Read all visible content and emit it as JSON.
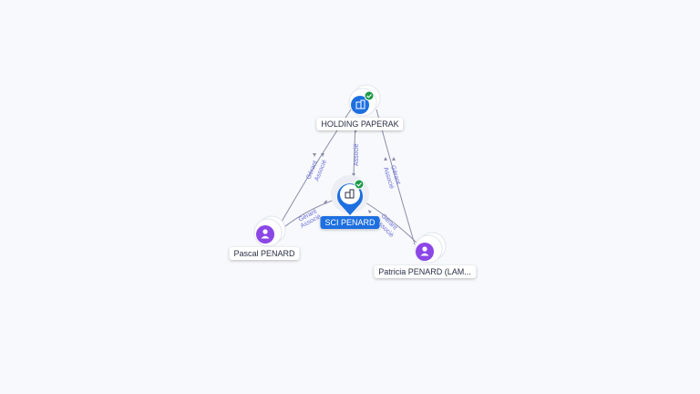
{
  "nodes": {
    "holding": {
      "label": "HOLDING PAPERAK",
      "type": "company",
      "verified": true
    },
    "sci": {
      "label": "SCI PENARD",
      "type": "company",
      "verified": true,
      "focus": true
    },
    "pascal": {
      "label": "Pascal PENARD",
      "type": "person"
    },
    "patricia": {
      "label": "Patricia PENARD (LAM...",
      "type": "person"
    }
  },
  "edges": {
    "pascal_holding": [
      "Gérant",
      "Associé"
    ],
    "holding_sci": [
      "Associé"
    ],
    "holding_patricia": [
      "Gérant",
      "Associé"
    ],
    "pascal_sci": [
      "Gérant",
      "Associé"
    ],
    "sci_patricia": [
      "Gérant",
      "Associé"
    ]
  },
  "colors": {
    "company": "#1d6fe0",
    "person": "#8b47e6",
    "verified": "#1f9a4a",
    "edge": "#8a8ea8",
    "edge_label": "#6b6fd6"
  },
  "icons": {
    "company": "building-icon",
    "person": "person-icon",
    "verified": "check-badge-icon"
  }
}
